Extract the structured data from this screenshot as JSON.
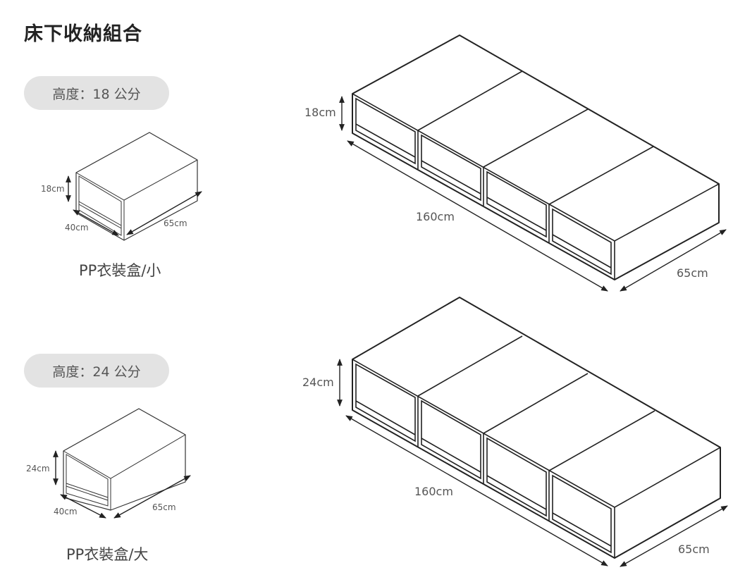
{
  "title": "床下收納組合",
  "small": {
    "height_pill": "高度：18 公分",
    "caption": "PP衣裝盒/小",
    "dim_height": "18cm",
    "dim_width": "40cm",
    "dim_depth": "65cm"
  },
  "small_set": {
    "dim_height": "18cm",
    "dim_length": "160cm",
    "dim_depth": "65cm"
  },
  "large": {
    "height_pill": "高度：24 公分",
    "caption": "PP衣裝盒/大",
    "dim_height": "24cm",
    "dim_width": "40cm",
    "dim_depth": "65cm"
  },
  "large_set": {
    "dim_height": "24cm",
    "dim_length": "160cm",
    "dim_depth": "65cm"
  }
}
